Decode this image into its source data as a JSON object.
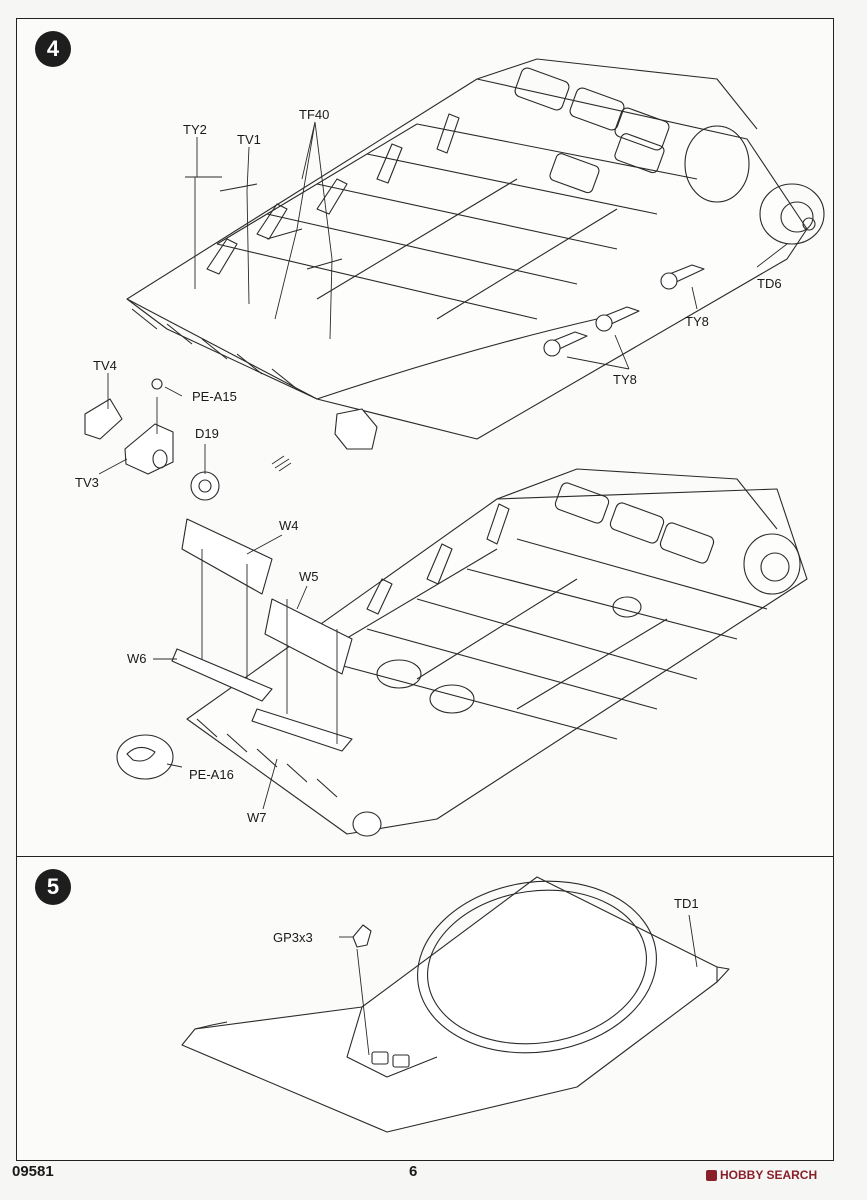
{
  "steps": [
    {
      "number": "4"
    },
    {
      "number": "5"
    }
  ],
  "step4_labels": {
    "ty2": "TY2",
    "tv1": "TV1",
    "tf40": "TF40",
    "td6": "TD6",
    "ty8a": "TY8",
    "ty8b": "TY8",
    "tv4": "TV4",
    "pe_a15": "PE-A15",
    "d19": "D19",
    "tv3": "TV3",
    "w4": "W4",
    "w5": "W5",
    "w6": "W6",
    "pe_a16": "PE-A16",
    "w7": "W7"
  },
  "step5_labels": {
    "td1": "TD1",
    "gp3x3": "GP3x3"
  },
  "footer": {
    "code": "09581",
    "page": "6",
    "brand": "HOBBY SEARCH"
  },
  "colors": {
    "ink": "#1a1a1a",
    "frame": "#222222",
    "paper": "#fbfbf9",
    "brand": "#8a1f2a"
  }
}
